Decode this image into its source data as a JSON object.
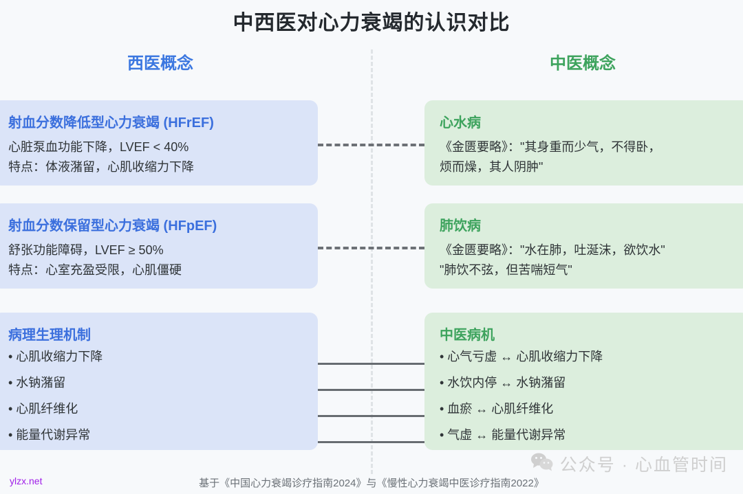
{
  "title": "中西医对心力衰竭的认识对比",
  "columns": {
    "west": {
      "header": "西医概念",
      "color": "#3b77e0"
    },
    "east": {
      "header": "中医概念",
      "color": "#3da35d"
    }
  },
  "cards": {
    "west": [
      {
        "title": "射血分数降低型心力衰竭 (HFrEF)",
        "lines": [
          "心脏泵血功能下降，LVEF < 40%",
          "特点：体液潴留，心肌收缩力下降"
        ]
      },
      {
        "title": "射血分数保留型心力衰竭 (HFpEF)",
        "lines": [
          "舒张功能障碍，LVEF ≥ 50%",
          "特点：心室充盈受限，心肌僵硬"
        ]
      },
      {
        "title": "病理生理机制",
        "bullets": [
          "• 心肌收缩力下降",
          "• 水钠潴留",
          "• 心肌纤维化",
          "• 能量代谢异常"
        ]
      }
    ],
    "east": [
      {
        "title": "心水病",
        "lines": [
          "《金匮要略》：\"其身重而少气，不得卧，",
          "烦而燥，其人阴肿\""
        ]
      },
      {
        "title": "肺饮病",
        "lines": [
          "《金匮要略》：\"水在肺，吐涎沫，欲饮水\"",
          "\"肺饮不弦，但苦喘短气\""
        ]
      },
      {
        "title": "中医病机",
        "bullets": [
          "• 心气亏虚 ↔ 心肌收缩力下降",
          "• 水饮内停 ↔ 水钠潴留",
          "• 血瘀 ↔ 心肌纤维化",
          "• 气虚 ↔ 能量代谢异常"
        ]
      }
    ]
  },
  "footer": {
    "note": "基于《中国心力衰竭诊疗指南2024》与《慢性心力衰竭中医诊疗指南2022》"
  },
  "watermarks": {
    "site": "ylzx.net",
    "wechat": "公众号 · 心血管时间"
  }
}
